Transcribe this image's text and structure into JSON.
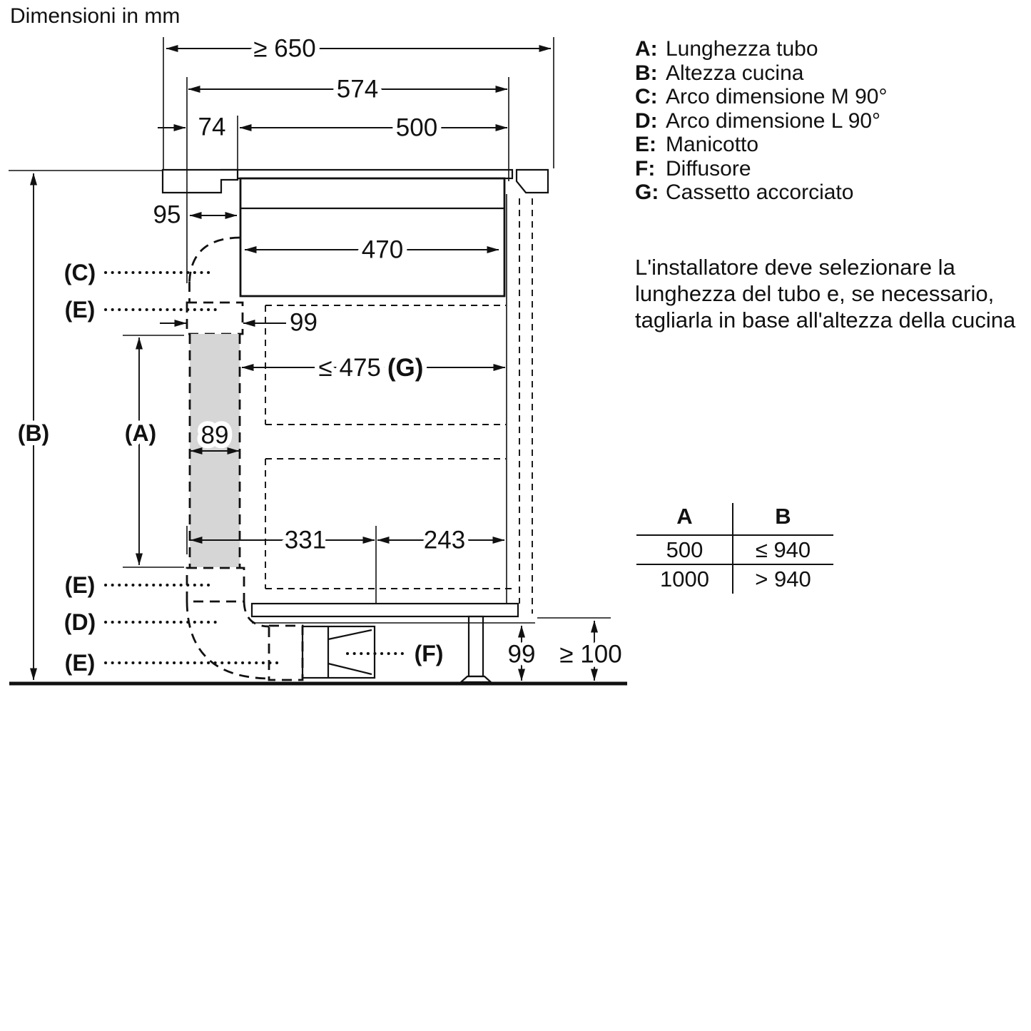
{
  "title": "Dimensioni in mm",
  "legend": {
    "items": [
      {
        "key": "A:",
        "label": "Lunghezza tubo"
      },
      {
        "key": "B:",
        "label": "Altezza cucina"
      },
      {
        "key": "C:",
        "label": "Arco dimensione M 90°"
      },
      {
        "key": "D:",
        "label": "Arco dimensione L 90°"
      },
      {
        "key": "E:",
        "label": "Manicotto"
      },
      {
        "key": "F:",
        "label": "Diffusore"
      },
      {
        "key": "G:",
        "label": "Cassetto accorciato"
      }
    ]
  },
  "note": "L'installatore deve selezionare la lunghezza del tubo e, se necessario, tagliarla in base all'altezza della cucina",
  "table": {
    "col_a_header": "A",
    "col_b_header": "B",
    "rows": [
      {
        "a": "500",
        "b": "≤ 940"
      },
      {
        "a": "1000",
        "b": "> 940"
      }
    ]
  },
  "dims": {
    "width_min": "≥ 650",
    "width_hob": "574",
    "width_cutout": "500",
    "edge_offset": "74",
    "left_offset": "95",
    "inner_width": "470",
    "duct_offset_top": "99",
    "drawer_depth": "≤ 475",
    "drawer_ref": "(G)",
    "duct_width": "89",
    "run_left": "331",
    "run_right": "243",
    "plinth_height": "99",
    "floor_clearance": "≥ 100"
  },
  "labels": {
    "a": "(A)",
    "b": "(B)",
    "c": "(C)",
    "d": "(D)",
    "e": "(E)",
    "f": "(F)"
  },
  "colors": {
    "line": "#111111",
    "duct_fill": "#d6d6d6"
  }
}
